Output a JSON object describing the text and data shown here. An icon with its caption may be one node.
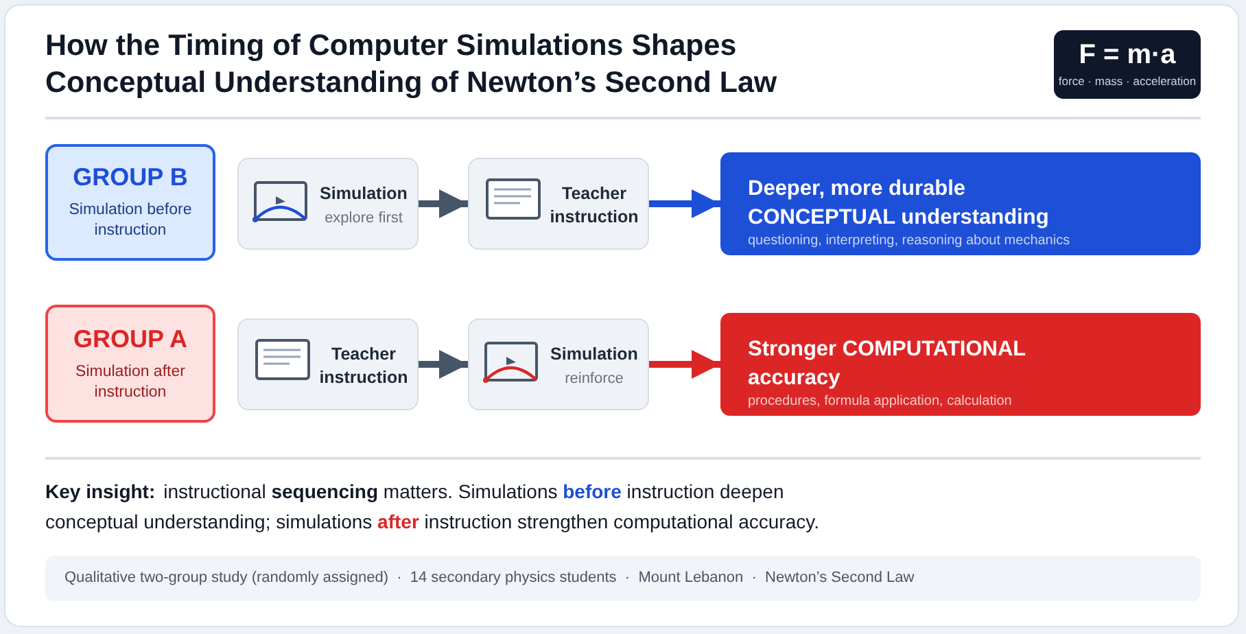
{
  "diagram": {
    "title": "How the Timing of Computer Simulations Shapes Conceptual Understanding of Newton’s Second Law",
    "nodes": [
      {
        "text": [
          "GROUP B",
          "Simulation before instruction"
        ]
      },
      {
        "text": [
          "Simulation",
          "explore first"
        ]
      },
      {
        "text": [
          "Teacher instruction"
        ]
      },
      {
        "text": [
          "Deeper, more durable CONCEPTUAL understanding",
          "questioning, interpreting, reasoning about mechanics"
        ]
      },
      {
        "text": [
          "GROUP A",
          "Simulation after instruction"
        ]
      },
      {
        "text": [
          "Teacher instruction"
        ]
      },
      {
        "text": [
          "Simulation",
          "reinforce"
        ]
      },
      {
        "text": [
          "Stronger COMPUTATIONAL accuracy",
          "procedures, formula application, calculation"
        ]
      },
      {
        "text": [
          "F = m·a",
          "force · mass · acceleration"
        ]
      }
    ],
    "edges": [
      {
        "from": 1,
        "to": 2,
        "arrow": "to"
      },
      {
        "from": 2,
        "to": 3,
        "arrow": "to",
        "color": "#1d4ed8"
      },
      {
        "from": 5,
        "to": 6,
        "arrow": "to"
      },
      {
        "from": 6,
        "to": 7,
        "arrow": "to",
        "color": "#dc2626"
      }
    ],
    "labels": [
      "Key insight:",
      "instructional **sequencing** matters. Simulations **before** instruction deepen conceptual understanding; simulations **after** instruction strengthen computational accuracy.",
      "Qualitative two-group study (randomly assigned)  ·  14 secondary physics students  ·  Mount Lebanon  ·  Newton’s Second Law"
    ]
  }
}
